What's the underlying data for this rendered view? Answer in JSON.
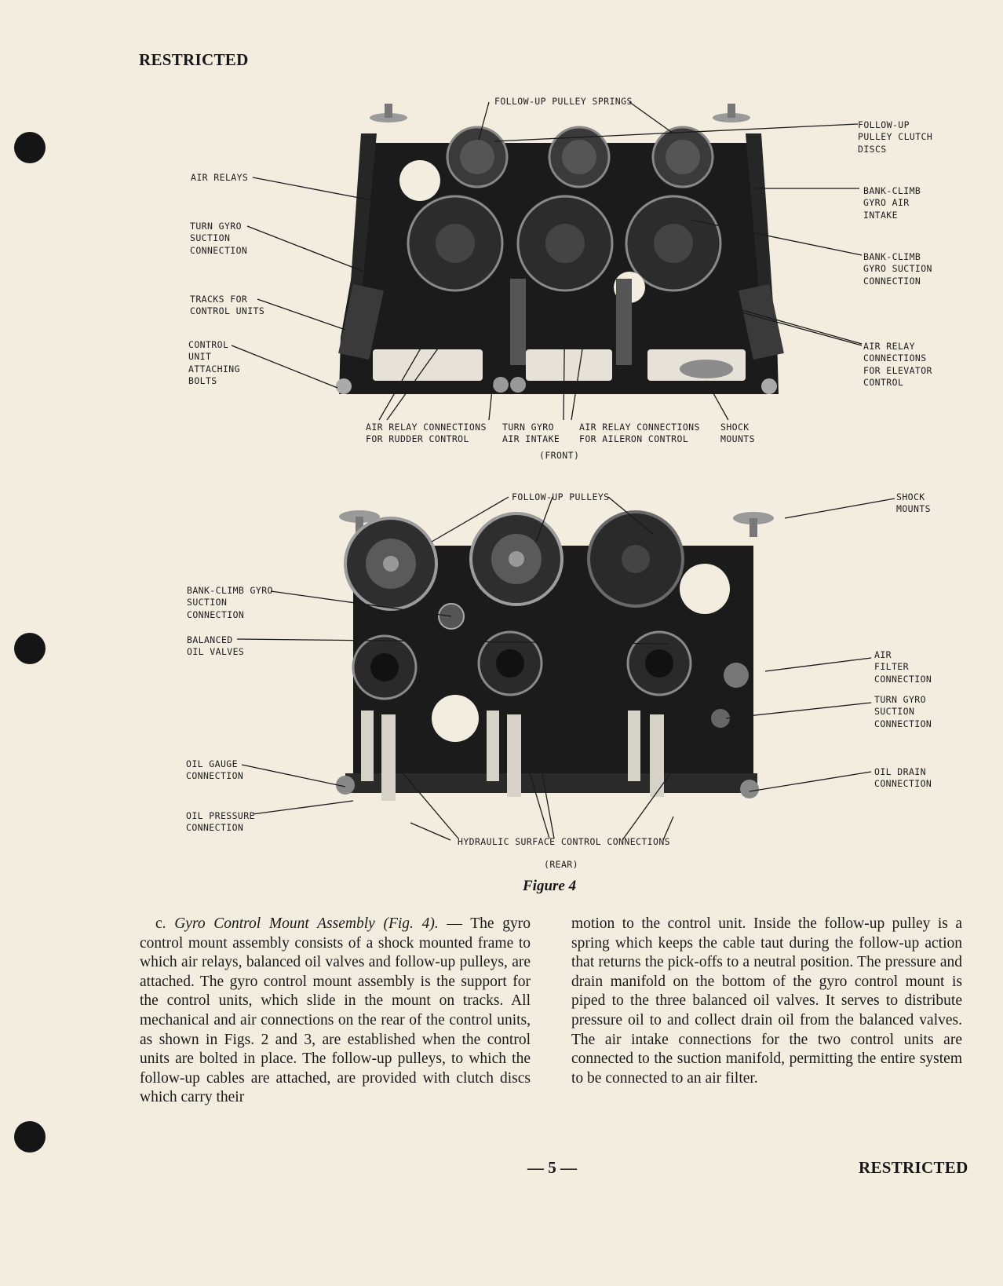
{
  "header": {
    "restricted": "RESTRICTED"
  },
  "figure": {
    "front": {
      "labels": {
        "followup_springs": "FOLLOW-UP PULLEY SPRINGS",
        "clutch_discs": "FOLLOW-UP\nPULLEY CLUTCH\nDISCS",
        "air_relays": "AIR RELAYS",
        "bank_climb_air_intake": "BANK-CLIMB\nGYRO AIR\nINTAKE",
        "turn_gyro_suction": "TURN GYRO\nSUCTION\nCONNECTION",
        "bank_climb_suction": "BANK-CLIMB\nGYRO SUCTION\nCONNECTION",
        "tracks": "TRACKS FOR\nCONTROL UNITS",
        "air_relay_elevator": "AIR RELAY\nCONNECTIONS\nFOR ELEVATOR\nCONTROL",
        "attaching_bolts": "CONTROL\nUNIT\nATTACHING\nBOLTS",
        "air_relay_rudder": "AIR RELAY CONNECTIONS\nFOR RUDDER CONTROL",
        "turn_gyro_air_intake": "TURN GYRO\nAIR INTAKE",
        "air_relay_aileron": "AIR RELAY CONNECTIONS\nFOR AILERON CONTROL",
        "shock_mounts": "SHOCK\nMOUNTS"
      },
      "view": "(FRONT)"
    },
    "rear": {
      "labels": {
        "followup_pulleys": "FOLLOW-UP PULLEYS",
        "shock_mounts": "SHOCK\nMOUNTS",
        "bank_climb_suction": "BANK-CLIMB GYRO\nSUCTION\nCONNECTION",
        "balanced_oil_valves": "BALANCED\nOIL VALVES",
        "air_filter": "AIR\nFILTER\nCONNECTION",
        "turn_gyro_suction": "TURN GYRO\nSUCTION\nCONNECTION",
        "oil_gauge": "OIL GAUGE\nCONNECTION",
        "oil_drain": "OIL DRAIN\nCONNECTION",
        "oil_pressure": "OIL PRESSURE\nCONNECTION",
        "hydraulic": "HYDRAULIC SURFACE CONTROL CONNECTIONS"
      },
      "view": "(REAR)"
    },
    "caption": "Figure 4"
  },
  "body": {
    "left_heading_prefix": "c.",
    "left_heading_title": "Gyro Control Mount Assembly",
    "left_heading_ref": "(Fig. 4).",
    "left_text": "— The gyro control mount assembly consists of a shock mounted frame to which air relays, balanced oil valves and follow-up pulleys, are attached. The gyro control mount assembly is the support for the control units, which slide in the mount on tracks. All mechanical and air connections on the rear of the control units, as shown in Figs. 2 and 3, are established when the control units are bolted in place. The follow-up pulleys, to which the follow-up cables are attached, are provided with clutch discs which carry their",
    "right_text": "motion to the control unit. Inside the follow-up pulley is a spring which keeps the cable taut during the follow-up action that returns the pick-offs to a neutral position. The pressure and drain manifold on the bottom of the gyro control mount is piped to the three balanced oil valves. It serves to distribute pressure oil to and collect drain oil from the balanced valves. The air intake connections for the two control units are connected to the suction manifold, permitting the entire system to be connected to an air filter."
  },
  "footer": {
    "page_number": "— 5 —",
    "restricted": "RESTRICTED"
  }
}
